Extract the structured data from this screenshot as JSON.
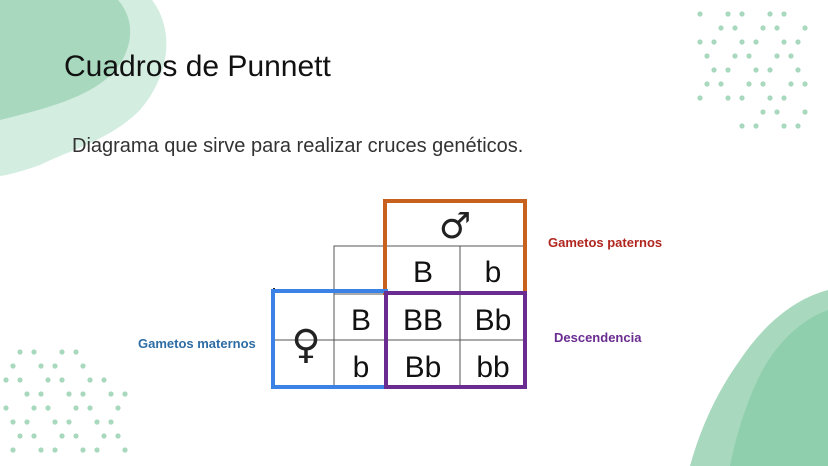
{
  "slide": {
    "title": "Cuadros de Punnett",
    "subtitle": "Diagrama que sirve para realizar cruces genéticos."
  },
  "punnett": {
    "male_symbol": "♂",
    "female_symbol": "♀",
    "paternal_gametes": [
      "B",
      "b"
    ],
    "maternal_gametes": [
      "B",
      "b"
    ],
    "offspring": [
      [
        "BB",
        "Bb"
      ],
      [
        "Bb",
        "bb"
      ]
    ]
  },
  "labels": {
    "paternal": "Gametos paternos",
    "maternal": "Gametos maternos",
    "offspring": "Descendencia"
  },
  "colors": {
    "paternal_box": "#c8611e",
    "maternal_box": "#3b82e6",
    "offspring_box": "#6a2c91",
    "paternal_label": "#b0261f",
    "maternal_label": "#2e6da4",
    "offspring_label": "#6a2c91",
    "decor_green": "#a8d8bd"
  }
}
